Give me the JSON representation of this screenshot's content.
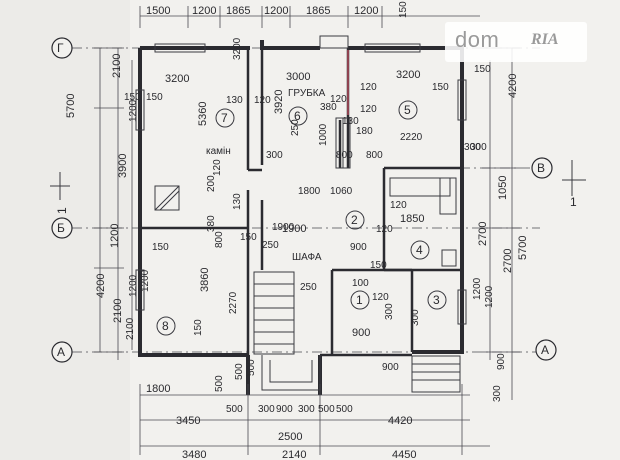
{
  "grid_axes": {
    "g": "Г",
    "v": "В",
    "b": "Б",
    "a": "А"
  },
  "section_mark": "1",
  "top_dims": [
    "1500",
    "1200",
    "1865",
    "1200",
    "1865",
    "1200",
    "150"
  ],
  "left_dims_outer": [
    "5700",
    "4200"
  ],
  "left_dims_inner": [
    "2100",
    "3900",
    "1200",
    "2100"
  ],
  "left_dims_mid": [
    "150",
    "1200",
    "1200",
    "2100"
  ],
  "right_dims": [
    "4200",
    "5700",
    "1050",
    "2700",
    "900"
  ],
  "right_dims_inner": [
    "150",
    "300",
    "1200"
  ],
  "bottom_dims_row1": [
    "1800",
    "500",
    "500",
    "500",
    "4420"
  ],
  "bottom_dims_row2": [
    "3450",
    "500",
    "300",
    "900",
    "300",
    "500",
    "500"
  ],
  "bottom_dims_row3": [
    "2500"
  ],
  "bottom_dims_row4": [
    "3480",
    "2140",
    "4450"
  ],
  "bottom_right_small": "300",
  "rooms": [
    {
      "num": "7",
      "w": "3200",
      "h": "5360"
    },
    {
      "num": "6",
      "w": "",
      "h": "3920"
    },
    {
      "num": "5",
      "w": "3200",
      "h": ""
    },
    {
      "num": "2",
      "w": "",
      "h": ""
    },
    {
      "num": "4",
      "w": "1850",
      "h": "2700"
    },
    {
      "num": "1",
      "w": "900",
      "h": "1900"
    },
    {
      "num": "3",
      "w": "",
      "h": ""
    },
    {
      "num": "8",
      "w": "",
      "h": "3860"
    }
  ],
  "labels": {
    "hrubka": "ГРУБКА",
    "kamin": "камін",
    "shafa": "ШАФА"
  },
  "inner_dims": [
    "150",
    "130",
    "120",
    "120",
    "380",
    "120",
    "130",
    "180",
    "150",
    "120",
    "250",
    "1000",
    "800",
    "2220",
    "800",
    "1060",
    "1800",
    "300",
    "200",
    "1900",
    "250",
    "380",
    "120",
    "2270",
    "150",
    "800",
    "900",
    "250",
    "150",
    "300",
    "120",
    "1200",
    "900",
    "300",
    "150",
    "1200",
    "3000",
    "3200",
    "120",
    "150",
    "120",
    "130",
    "100",
    "300"
  ],
  "watermark": {
    "dom": "dom",
    "ria": "RIA"
  }
}
